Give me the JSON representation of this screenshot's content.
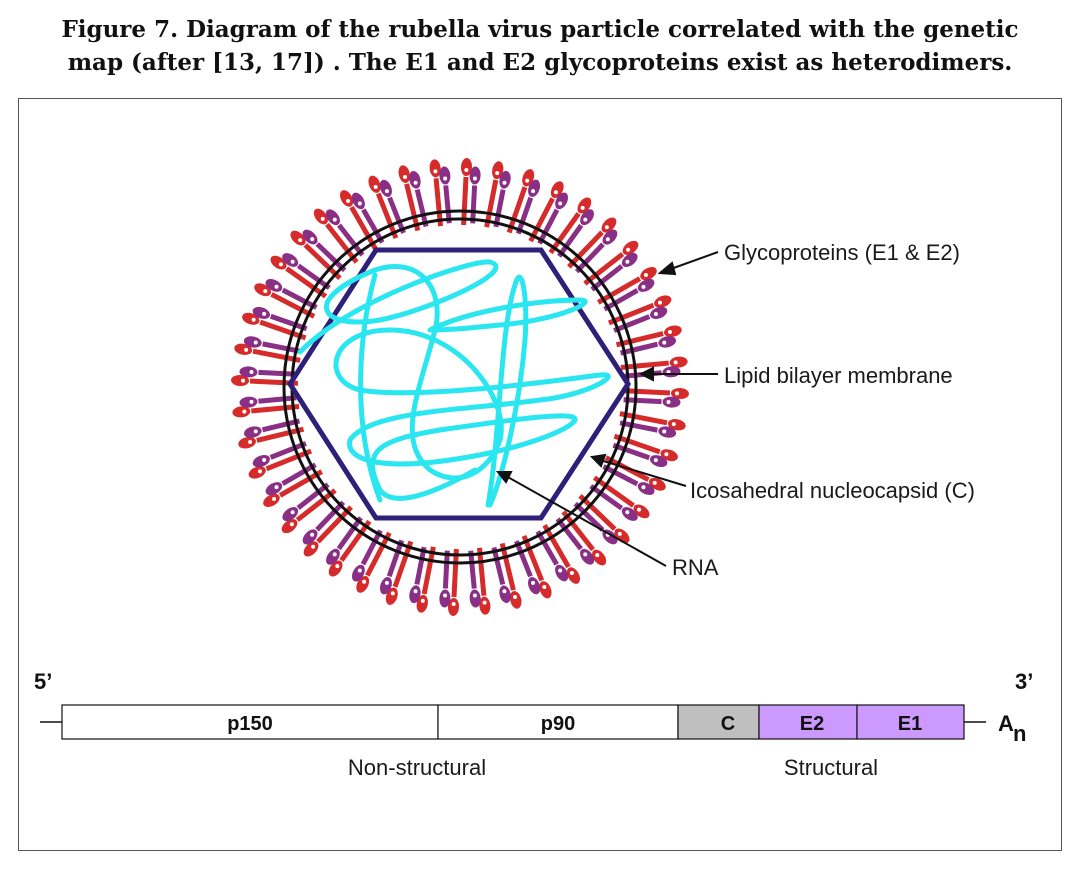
{
  "caption": {
    "line1": "Figure 7. Diagram of the rubella virus particle correlated with the genetic",
    "line2": "map (after [13, 17]) . The E1 and E2 glycoproteins exist as heterodimers."
  },
  "labels": {
    "glycoproteins": "Glycoproteins (E1 & E2)",
    "lipid": "Lipid bilayer membrane",
    "nucleocapsid": "Icosahedral nucleocapsid (C)",
    "rna": "RNA"
  },
  "genome": {
    "five_prime": "5’",
    "three_prime": "3’",
    "polya_a": "A",
    "polya_n": "n",
    "segments": [
      {
        "label": "p150",
        "color": "#ffffff"
      },
      {
        "label": "p90",
        "color": "#ffffff"
      },
      {
        "label": "C",
        "color": "#bfbfbf"
      },
      {
        "label": "E2",
        "color": "#cc99ff"
      },
      {
        "label": "E1",
        "color": "#cc99ff"
      }
    ],
    "nonstructural_label": "Non-structural",
    "structural_label": "Structural"
  },
  "colors": {
    "e1_spike": "#d62b2b",
    "e2_spike": "#8a2f86",
    "capsid": "#2e1f78",
    "rna": "#29e6f0",
    "membrane": "#111111"
  },
  "icons": {
    "arrow": "arrow-icon"
  }
}
